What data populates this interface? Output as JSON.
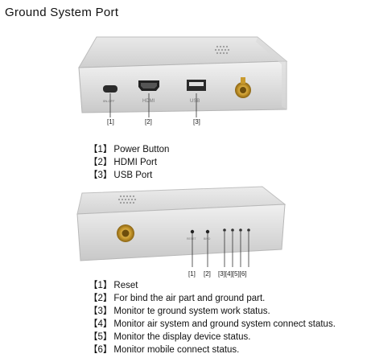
{
  "page": {
    "title": "Ground System Port"
  },
  "top_device": {
    "labels_on_device": {
      "power": "0N-OFF",
      "hdmi": "HDMI",
      "usb": "USB"
    },
    "callouts": [
      "[1]",
      "[2]",
      "[3]"
    ],
    "legend": [
      {
        "num": "【1】",
        "text": "Power Button"
      },
      {
        "num": "【2】",
        "text": "HDMI Port"
      },
      {
        "num": "【3】",
        "text": "USB Port"
      }
    ]
  },
  "bottom_device": {
    "labels_on_device": {
      "reset": "RESET",
      "bind": "BIND"
    },
    "callouts": [
      "[1]",
      "[2]",
      "[3][4][5][6]"
    ],
    "legend": [
      {
        "num": "【1】",
        "text": "Reset"
      },
      {
        "num": "【2】",
        "text": "For bind the air part and ground part."
      },
      {
        "num": "【3】",
        "text": "Monitor te ground system work status."
      },
      {
        "num": "【4】",
        "text": "Monitor air system and ground system connect status."
      },
      {
        "num": "【5】",
        "text": "Monitor the display device status."
      },
      {
        "num": "【6】",
        "text": "Monitor mobile connect status."
      }
    ]
  }
}
